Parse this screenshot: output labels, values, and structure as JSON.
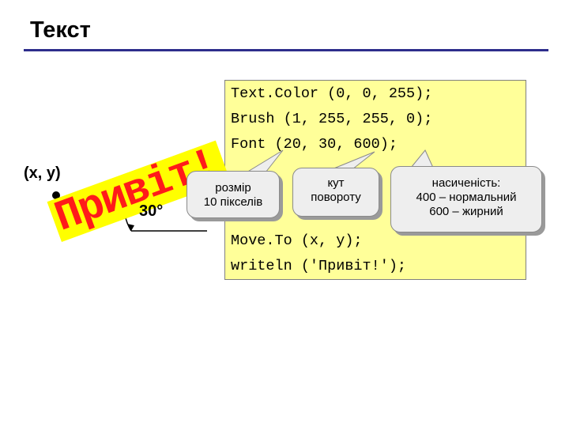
{
  "page": {
    "title": "Текст"
  },
  "code": {
    "lines": [
      "Text.Color (0, 0, 255);",
      "Brush (1, 255, 255, 0);",
      "Font (20, 30, 600);",
      "Move.To (x, y);",
      "writeln ('Привіт!');"
    ]
  },
  "illustration": {
    "coord_label": "(x, y)",
    "sample_text": "Привіт!",
    "angle_label": "30°",
    "sample_text_color": "#ff1a1a",
    "sample_background": "#ffff00"
  },
  "callouts": {
    "size": [
      "розмір",
      "10 пікселів"
    ],
    "rotation": [
      "кут",
      "повороту"
    ],
    "weight": [
      "насиченість:",
      "400 – нормальний",
      "600 – жирний"
    ]
  },
  "colors": {
    "code_background": "#ffff99",
    "rule": "#2d2d8c",
    "callout_background": "#eeeeee"
  }
}
